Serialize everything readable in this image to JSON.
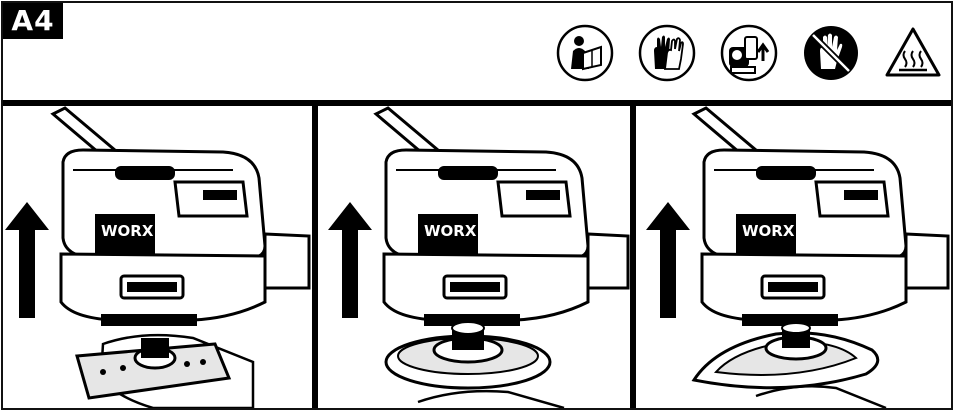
{
  "header": {
    "step_label": "A4",
    "safety_icons": [
      {
        "name": "read-manual-icon"
      },
      {
        "name": "wear-gloves-icon"
      },
      {
        "name": "remove-battery-icon"
      },
      {
        "name": "no-hands-icon"
      },
      {
        "name": "hot-surface-warning-icon"
      }
    ]
  },
  "panels": [
    {
      "brand": "WORX",
      "base": "detail-rectangular-sanding-pad",
      "direction": "up-arrow"
    },
    {
      "brand": "WORX",
      "base": "round-sanding-pad",
      "direction": "up-arrow"
    },
    {
      "brand": "WORX",
      "base": "triangle-detail-sanding-pad",
      "direction": "up-arrow"
    }
  ],
  "colors": {
    "ink": "#000000",
    "paper": "#ffffff",
    "shade": "#e6e6e6"
  }
}
